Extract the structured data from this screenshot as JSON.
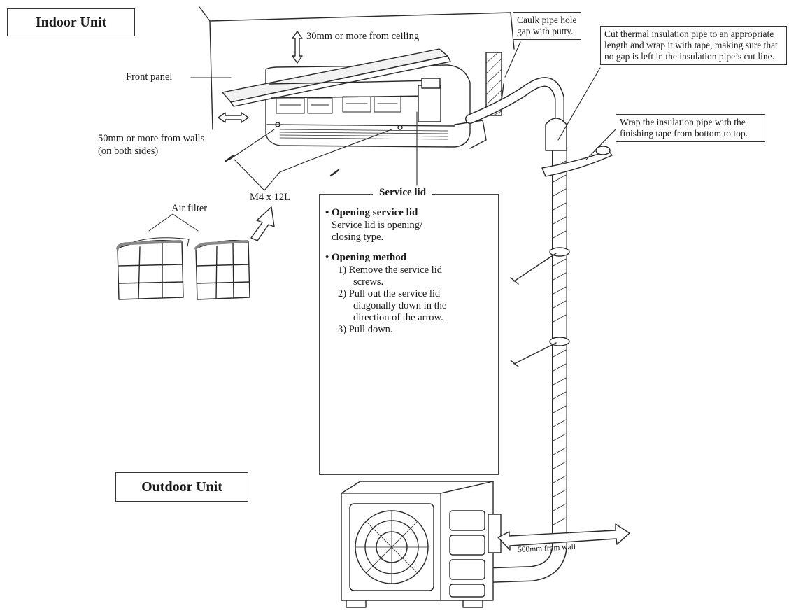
{
  "titles": {
    "indoor": "Indoor Unit",
    "outdoor": "Outdoor Unit"
  },
  "labels": {
    "ceiling": "30mm or more from ceiling",
    "front_panel": "Front panel",
    "walls_line1": "50mm or more from walls",
    "walls_line2": "(on both sides)",
    "screw": "M4 x 12L",
    "air_filter": "Air filter",
    "outdoor_clearance": "500mm from wall"
  },
  "callouts": {
    "caulk": "Caulk pipe hole gap with putty.",
    "cut": "Cut thermal insulation pipe to an appropriate length and wrap it with tape, making sure that no gap is left in the insulation pipe’s cut line.",
    "wrap": "Wrap the insulation pipe with the finishing tape from bottom to top."
  },
  "service_lid": {
    "title": "Service lid",
    "opening_heading": "Opening service lid",
    "opening_line1": "Service lid is opening/",
    "opening_line2": "closing type.",
    "method_heading": "Opening method",
    "step1_line1": "1) Remove the service lid",
    "step1_line2": "screws.",
    "step2_line1": "2) Pull out the service lid",
    "step2_line2": "diagonally down in the",
    "step2_line3": "direction of the arrow.",
    "step3": "3) Pull down."
  }
}
